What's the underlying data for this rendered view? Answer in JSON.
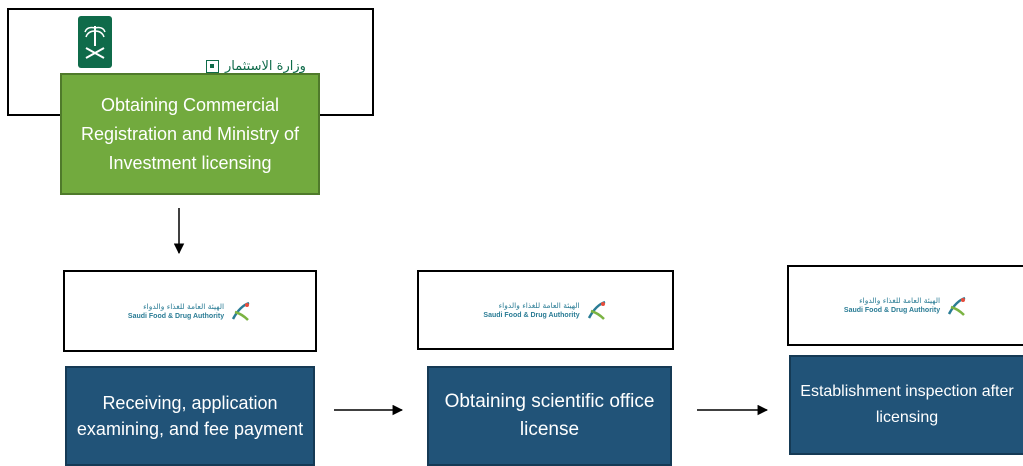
{
  "top_logos": {
    "emblem": "saudi-emblem-icon",
    "investment_logo_text": "وزارة الاستثمار"
  },
  "steps": {
    "step1": "Obtaining Commercial Registration and Ministry of Investment licensing",
    "step2": "Receiving, application examining, and fee payment",
    "step3": "Obtaining scientific office license",
    "step4": "Establishment inspection after licensing"
  },
  "sfda_logo": {
    "arabic": "الهيئة العامة للغذاء والدواء",
    "english": "Saudi Food & Drug Authority"
  },
  "colors": {
    "green_box": "#72aa3e",
    "blue_box": "#215378",
    "emblem_green": "#0f6b4a",
    "sfda_teal": "#2a7c95"
  }
}
